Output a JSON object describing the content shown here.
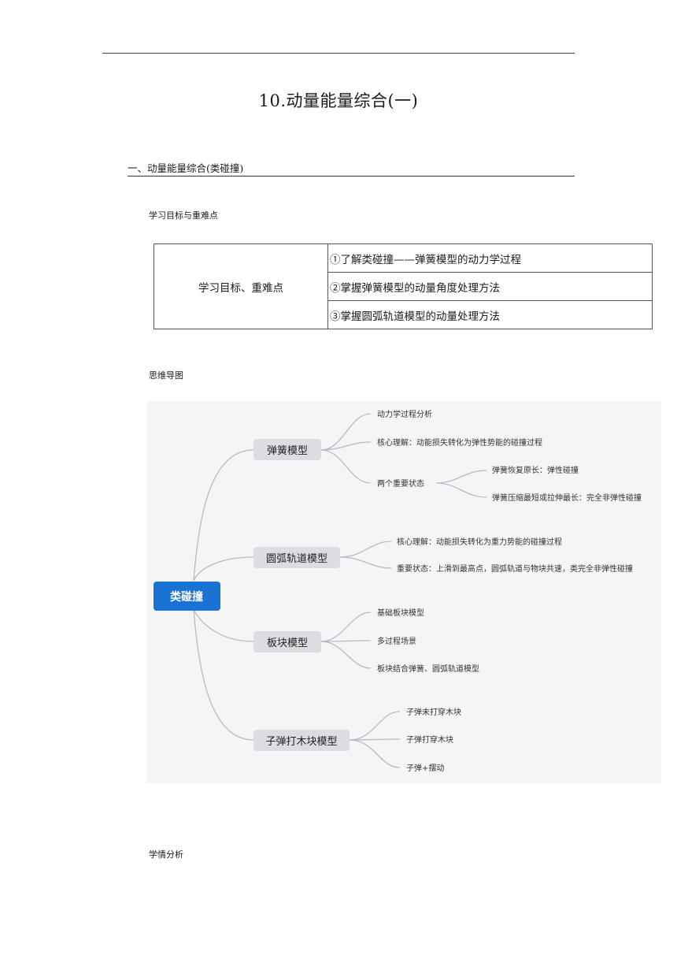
{
  "document": {
    "title": "10.动量能量综合(一)",
    "section_heading": "一、动量能量综合(类碰撞)"
  },
  "goals_section": {
    "label": "学习目标与重难点",
    "table": {
      "header": "学习目标、重难点",
      "items": [
        "①了解类碰撞——弹簧模型的动力学过程",
        "②掌握弹簧模型的动量角度处理方法",
        "③掌握圆弧轨道模型的动量处理方法"
      ]
    }
  },
  "mindmap_section": {
    "label": "思维导图",
    "mindmap": {
      "root": "类碰撞",
      "colors": {
        "root_bg": "#1a73d4",
        "node_bg": "#dcdde1",
        "line": "#b7bac0"
      },
      "branches": [
        {
          "label": "弹簧模型",
          "children": [
            {
              "label": "动力学过程分析"
            },
            {
              "label": "核心理解：动能损失转化为弹性势能的碰撞过程"
            },
            {
              "label": "两个重要状态",
              "children": [
                {
                  "label": "弹簧恢复原长：弹性碰撞"
                },
                {
                  "label": "弹簧压缩最短或拉伸最长：完全非弹性碰撞"
                }
              ]
            }
          ]
        },
        {
          "label": "圆弧轨道模型",
          "children": [
            {
              "label": "核心理解：动能损失转化为重力势能的碰撞过程"
            },
            {
              "label": "重要状态：上滑到最高点，圆弧轨道与物块共速，类完全非弹性碰撞"
            }
          ]
        },
        {
          "label": "板块模型",
          "children": [
            {
              "label": "基础板块模型"
            },
            {
              "label": "多过程场景"
            },
            {
              "label": "板块结合弹簧、圆弧轨道模型"
            }
          ]
        },
        {
          "label": "子弹打木块模型",
          "children": [
            {
              "label": "子弹未打穿木块"
            },
            {
              "label": "子弹打穿木块"
            },
            {
              "label": "子弹+摆动"
            }
          ]
        }
      ]
    }
  },
  "analysis_section": {
    "label": "学情分析"
  }
}
